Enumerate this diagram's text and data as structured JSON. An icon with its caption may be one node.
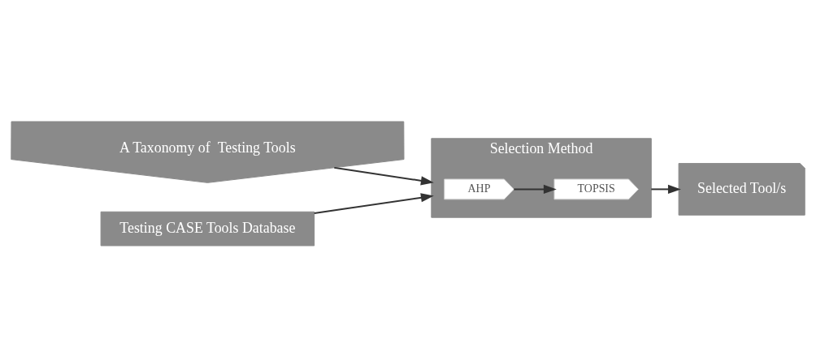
{
  "diagram": {
    "nodes": [
      {
        "text": [
          "A Taxonomy of  Testing Tools"
        ]
      },
      {
        "text": [
          "Selection Method"
        ]
      },
      {
        "text": [
          "AHP"
        ],
        "in": 1
      },
      {
        "text": [
          "TOPSIS"
        ],
        "in": 1
      },
      {
        "text": [
          "Selected Tool/s"
        ]
      },
      {
        "text": [
          "Testing CASE Tools Database"
        ]
      }
    ],
    "edges": [
      {
        "from": 0,
        "to": 1,
        "arrow": "to"
      },
      {
        "from": 2,
        "to": 3,
        "arrow": "to"
      },
      {
        "from": 1,
        "to": 4,
        "arrow": "to"
      },
      {
        "from": 5,
        "to": 1,
        "arrow": "to"
      }
    ]
  }
}
